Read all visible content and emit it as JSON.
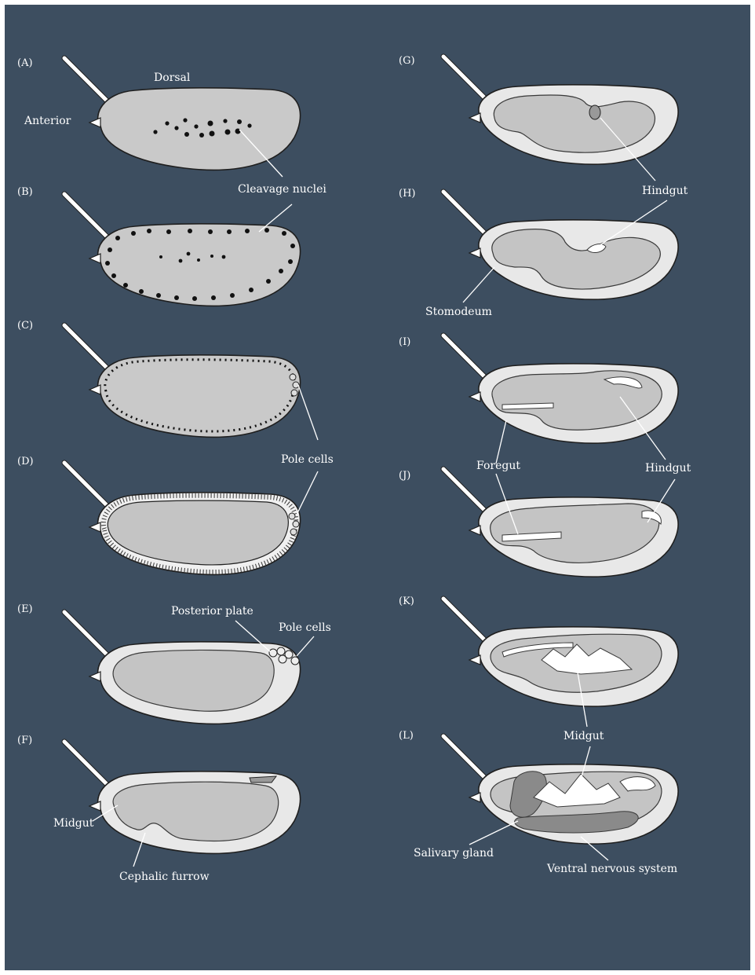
{
  "panel_letters": [
    "(A)",
    "(B)",
    "(C)",
    "(D)",
    "(E)",
    "(F)",
    "(G)",
    "(H)",
    "(I)",
    "(J)",
    "(K)",
    "(L)"
  ],
  "labels": {
    "dorsal": "Dorsal",
    "anterior": "Anterior",
    "cleavage_nuclei": "Cleavage nuclei",
    "pole_cells_d": "Pole cells",
    "posterior_plate": "Posterior plate",
    "pole_cells_e": "Pole cells",
    "midgut_f": "Midgut",
    "cephalic_furrow": "Cephalic furrow",
    "hindgut_h": "Hindgut",
    "stomodeum": "Stomodeum",
    "foregut": "Foregut",
    "hindgut_j": "Hindgut",
    "midgut_l": "Midgut",
    "salivary_gland": "Salivary gland",
    "ventral_nervous_system": "Ventral nervous system"
  },
  "colors": {
    "background": "#3d4e60",
    "yolk": "#c4c4c4",
    "embryo": "#e8e8e8",
    "text": "#ffffff"
  }
}
